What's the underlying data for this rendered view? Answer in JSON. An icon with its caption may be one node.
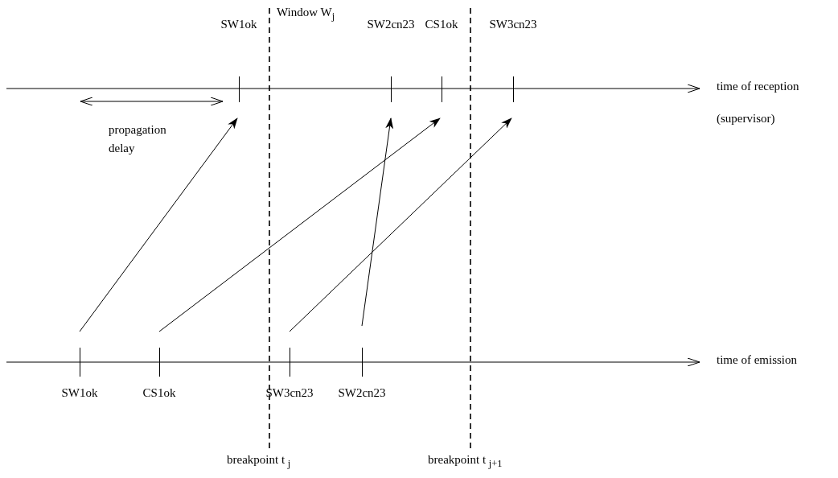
{
  "diagram": {
    "nodes": [
      {
        "text": [
          "SW1ok"
        ]
      },
      {
        "text": [
          "SW2cn23"
        ]
      },
      {
        "text": [
          "CS1ok"
        ]
      },
      {
        "text": [
          "SW3cn23"
        ]
      },
      {
        "text": [
          "SW1ok"
        ]
      },
      {
        "text": [
          "CS1ok"
        ]
      },
      {
        "text": [
          "SW3cn23"
        ]
      },
      {
        "text": [
          "SW2cn23"
        ]
      }
    ],
    "edges": [
      {
        "from": 4,
        "to": 0,
        "arrow": "to"
      },
      {
        "from": 5,
        "to": 2,
        "arrow": "to"
      },
      {
        "from": 6,
        "to": 3,
        "arrow": "to"
      },
      {
        "from": 7,
        "to": 1,
        "arrow": "to"
      }
    ],
    "labels": [
      "Window W$_{j}$",
      "time of reception",
      "propagation delay",
      "(supervisor)",
      "time of emission",
      "breakpoint t $_{j}$",
      "breakpoint t $_{j+1}$"
    ]
  }
}
